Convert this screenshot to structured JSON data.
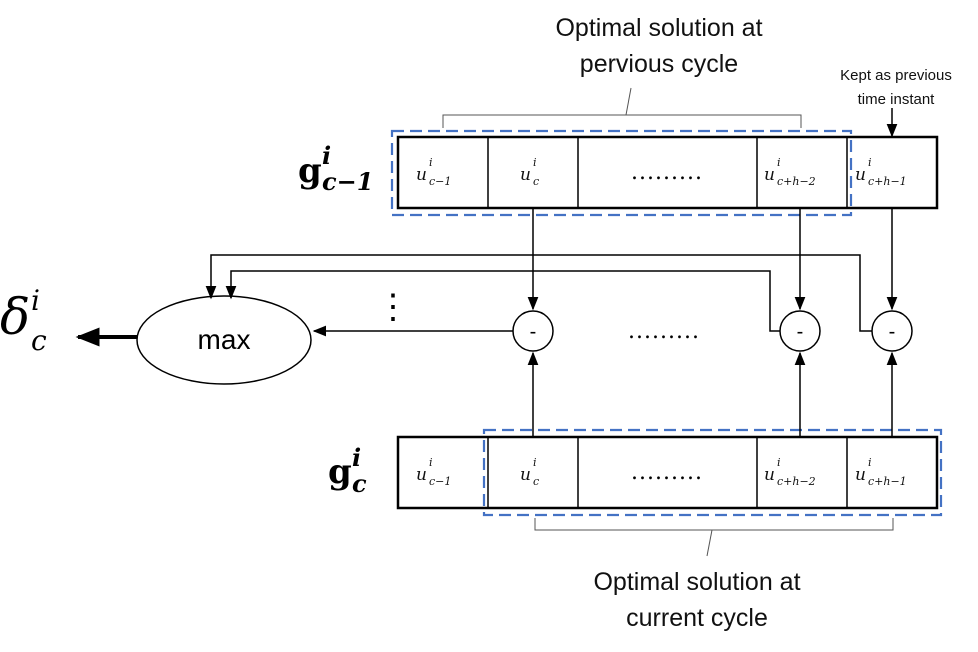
{
  "labels": {
    "prev_solution_line1": "Optimal solution at",
    "prev_solution_line2": "pervious cycle",
    "kept_line1": "Kept as previous",
    "kept_line2": "time instant",
    "curr_solution_line1": "Optimal solution at",
    "curr_solution_line2": "current cycle",
    "max_label": "max",
    "minus": "-",
    "dots_horizontal": ".........",
    "dots_vertical": "⋮"
  },
  "vector_prev": {
    "base": "g",
    "superscript": "i",
    "subscript": "c−1",
    "cells": [
      {
        "base": "u",
        "sup": "i",
        "sub": "c−1"
      },
      {
        "base": "u",
        "sup": "i",
        "sub": "c"
      },
      {
        "text": "........."
      },
      {
        "base": "u",
        "sup": "i",
        "sub": "c+h−2"
      },
      {
        "base": "u",
        "sup": "i",
        "sub": "c+h−1"
      }
    ]
  },
  "vector_curr": {
    "base": "g",
    "superscript": "i",
    "subscript": "c",
    "cells": [
      {
        "base": "u",
        "sup": "i",
        "sub": "c−1"
      },
      {
        "base": "u",
        "sup": "i",
        "sub": "c"
      },
      {
        "text": "........."
      },
      {
        "base": "u",
        "sup": "i",
        "sub": "c+h−2"
      },
      {
        "base": "u",
        "sup": "i",
        "sub": "c+h−1"
      }
    ]
  },
  "output": {
    "base": "δ",
    "superscript": "i",
    "subscript": "c"
  },
  "colors": {
    "dashed_outline": "#4472C4",
    "lines": "#000000"
  }
}
